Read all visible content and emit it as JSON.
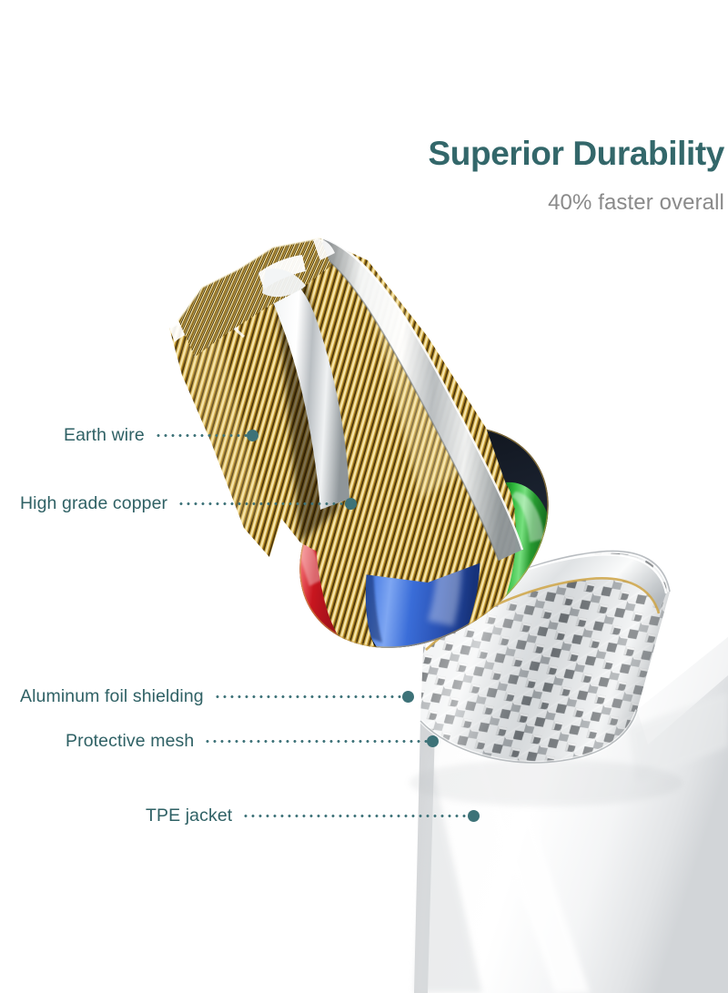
{
  "header": {
    "title": "Superior Durability",
    "subtitle": "40% faster overall"
  },
  "illustration": {
    "alt_name": "usb-cable-cutaway-cross-section",
    "colors": {
      "accent_teal": "#3d7278",
      "title_teal": "#33676a",
      "subtitle_gray": "#8a8a8a",
      "copper_gold": "#d8b45a",
      "copper_gold_light": "#f3e2a8",
      "wire_red": "#c41e26",
      "wire_blue": "#3a6dd8",
      "wire_green": "#2aa534",
      "foil_silver": "#d9dcdf",
      "mesh_silver": "#c9ced2",
      "jacket_white": "#fdfdfd",
      "jacket_shadow": "#d6d8da"
    }
  },
  "callouts": [
    {
      "id": "earth-wire",
      "label": "Earth wire"
    },
    {
      "id": "high-grade-copper",
      "label": "High grade copper"
    },
    {
      "id": "aluminum-foil-shielding",
      "label": "Aluminum foil shielding"
    },
    {
      "id": "protective-mesh",
      "label": "Protective mesh"
    },
    {
      "id": "tpe-jacket",
      "label": "TPE jacket"
    }
  ]
}
